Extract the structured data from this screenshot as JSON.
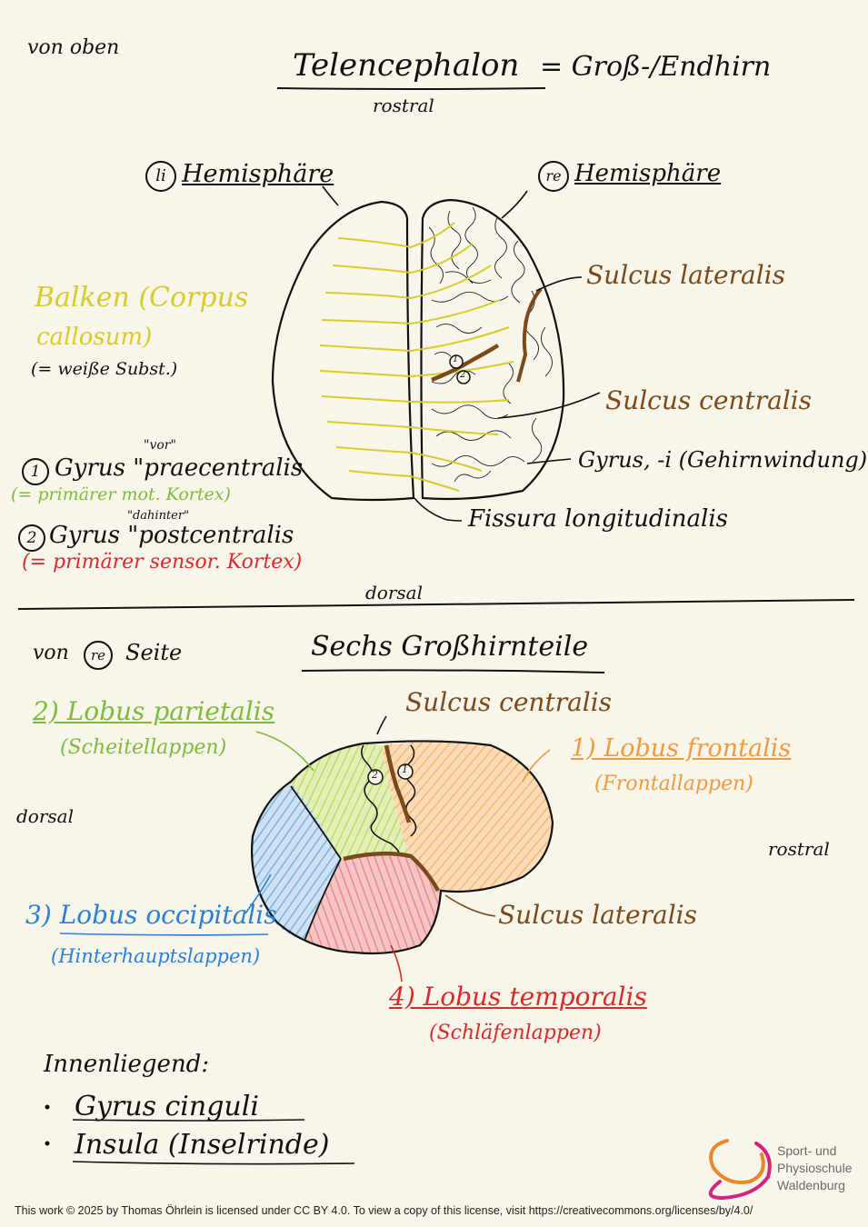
{
  "top": {
    "view_label": "von oben",
    "title": "Telencephalon",
    "title_suffix": "= Groß-/Endhirn",
    "rostral": "rostral",
    "dorsal": "dorsal",
    "left_hemi": "Hemisphäre",
    "left_hemi_mark": "li",
    "right_hemi": "Hemisphäre",
    "right_hemi_mark": "re",
    "sulcus_lateralis": "Sulcus lateralis",
    "sulcus_centralis": "Sulcus centralis",
    "gyrus": "Gyrus, -i (Gehirnwindung)",
    "fissura": "Fissura longitudinalis",
    "balken_1": "Balken (Corpus",
    "balken_2": "callosum)",
    "balken_3": "(= weiße Subst.)",
    "gyrus1_num": "1",
    "gyrus1_vor": "\"vor\"",
    "gyrus1": "Gyrus \"praecentralis",
    "gyrus1_sub": "(= primärer mot. Kortex)",
    "gyrus2_num": "2",
    "gyrus2_dahinter": "\"dahinter\"",
    "gyrus2": "Gyrus \"postcentralis",
    "gyrus2_sub": "(= primärer sensor. Kortex)",
    "mark1": "1",
    "mark2": "2"
  },
  "bottom": {
    "view_label_1": "von",
    "view_label_mark": "re",
    "view_label_2": "Seite",
    "title": "Sechs Großhirnteile",
    "sulcus_centralis": "Sulcus centralis",
    "sulcus_lateralis": "Sulcus lateralis",
    "dorsal": "dorsal",
    "rostral": "rostral",
    "lobe1": "1) Lobus frontalis",
    "lobe1_sub": "(Frontallappen)",
    "lobe2": "2) Lobus parietalis",
    "lobe2_sub": "(Scheitellappen)",
    "lobe3": "3) Lobus occipitalis",
    "lobe3_sub": "(Hinterhauptslappen)",
    "lobe4": "4) Lobus temporalis",
    "lobe4_sub": "(Schläfenlappen)",
    "mark1": "1",
    "mark2": "2",
    "inner_title": "Innenliegend:",
    "inner_items": [
      "Gyrus cinguli",
      "Insula (Inselrinde)"
    ]
  },
  "logo": {
    "line1": "Sport- und",
    "line2": "Physioschule",
    "line3": "Waldenburg"
  },
  "license": "This work © 2025 by Thomas Öhrlein is licensed under CC BY 4.0. To view a copy of this license, visit https://creativecommons.org/licenses/by/4.0/",
  "colors": {
    "ink": "#111111",
    "brown": "#7a4a1a",
    "yellow": "#d6cc2a",
    "green": "#7dbb3c",
    "red": "#d92a2a",
    "blue": "#2a7fd6",
    "orange": "#f09a3e",
    "magenta": "#d6247e"
  }
}
